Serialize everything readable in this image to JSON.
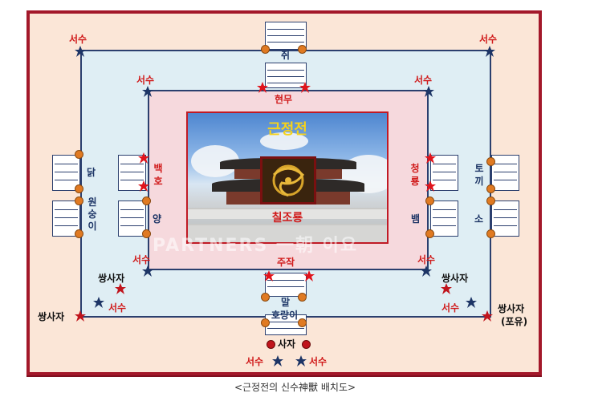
{
  "diagram": {
    "hall_name": "근정전",
    "center_figure": "칠조룡",
    "north": {
      "outer": "쥐",
      "inner": "현무"
    },
    "south": {
      "inner": "주작",
      "outer_line1": "말",
      "outer_line2": "호랑이",
      "gate": "사자"
    },
    "west": {
      "inner": [
        "백",
        "호"
      ],
      "inner_low": "양",
      "outer_top": "닭",
      "outer_low": [
        "원",
        "숭",
        "이"
      ]
    },
    "east": {
      "inner": [
        "청",
        "룡"
      ],
      "inner_low": "뱀",
      "outer_top": [
        "토",
        "끼"
      ],
      "outer_low": "소"
    },
    "guardians": {
      "seosu": "서수",
      "ssangsaja": "쌍사자",
      "ssangsaja_pou_line1": "쌍사자",
      "ssangsaja_pou_line2": "(포유)"
    },
    "watermark": "PARTNERS 一朝 이요"
  },
  "caption": "<근정전의 신수神獸 배치도>",
  "colors": {
    "frame": "#a3182a",
    "navy": "#1d3566",
    "red": "#d01a1a",
    "orange": "#e07a22"
  }
}
